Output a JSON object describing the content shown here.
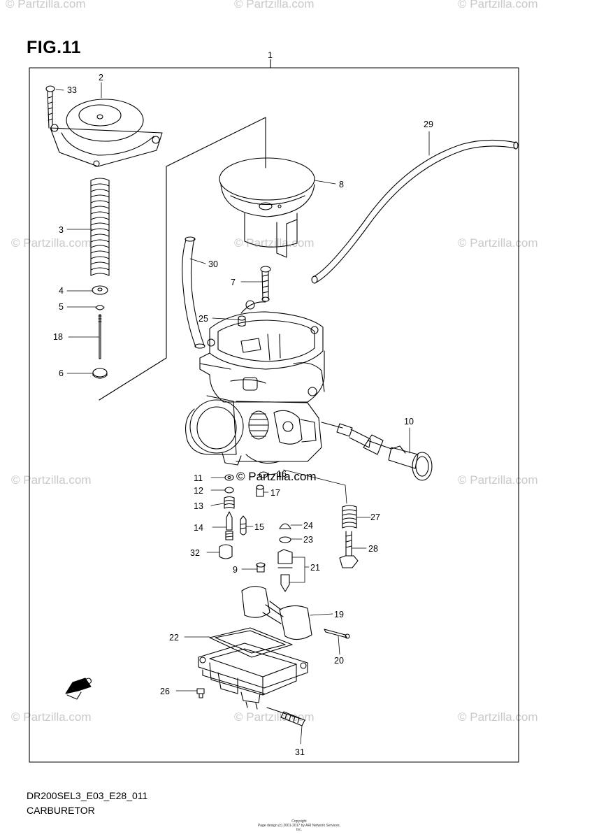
{
  "figure_title": "FIG.11",
  "watermark_text": "© Partzilla.com",
  "center_watermark_text": "© Partzilla.com",
  "footer": {
    "code": "DR200SEL3_E03_E28_011",
    "name": "CARBURETOR",
    "copyright_line1": "Copyright",
    "copyright_line2": "Page design (c) 2001-2017 by ARI Network Services, Inc."
  },
  "fwd_label": "FWD",
  "callouts": {
    "c1": "1",
    "c2": "2",
    "c3": "3",
    "c4": "4",
    "c5": "5",
    "c6": "6",
    "c7": "7",
    "c8": "8",
    "c9": "9",
    "c10": "10",
    "c11": "11",
    "c12": "12",
    "c13": "13",
    "c14": "14",
    "c15": "15",
    "c16": "16",
    "c17": "17",
    "c18": "18",
    "c19": "19",
    "c20": "20",
    "c21": "21",
    "c22": "22",
    "c23": "23",
    "c24": "24",
    "c25": "25",
    "c26": "26",
    "c27": "27",
    "c28": "28",
    "c29": "29",
    "c30": "30",
    "c31": "31",
    "c32": "32",
    "c33": "33"
  }
}
